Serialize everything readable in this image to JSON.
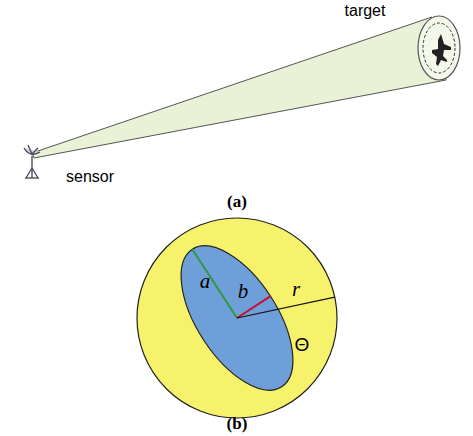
{
  "diagram": {
    "labels": [
      "target",
      "sensor",
      "(a)",
      "a",
      "b",
      "r",
      "Θ",
      "(b)"
    ]
  }
}
